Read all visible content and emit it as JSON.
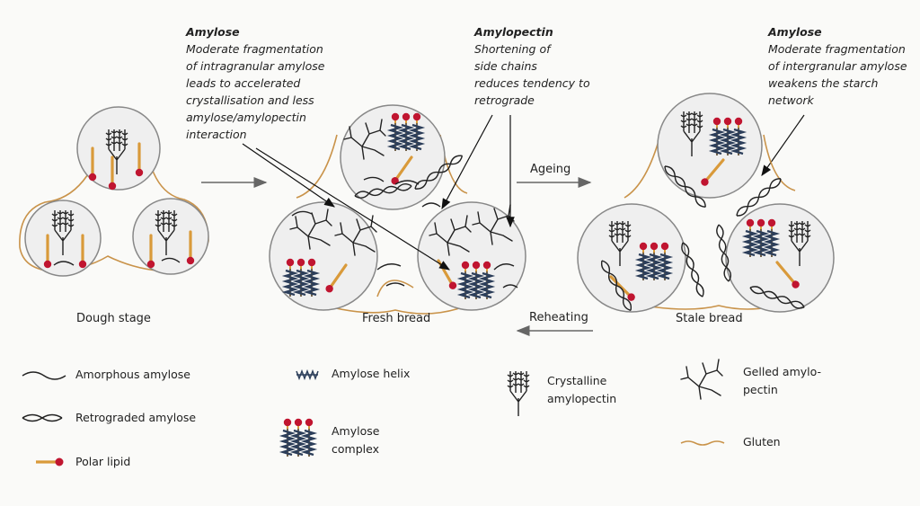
{
  "annotations": {
    "left": {
      "title": "Amylose",
      "lines": [
        "Moderate fragmentation",
        "of intragranular amylose",
        "leads to accelerated",
        "crystallisation and less",
        "amylose/amylopectin",
        "interaction"
      ]
    },
    "middle": {
      "title": "Amylopectin",
      "lines": [
        "Shortening of",
        "side chains",
        "reduces tendency to",
        "retrograde"
      ]
    },
    "right": {
      "title": "Amylose",
      "lines": [
        "Moderate fragmentation",
        "of intergranular amylose",
        "weakens the starch",
        "network"
      ]
    }
  },
  "stages": {
    "dough": "Dough stage",
    "fresh": "Fresh bread",
    "stale": "Stale bread"
  },
  "arrows": {
    "ageing": "Ageing",
    "reheating": "Reheating"
  },
  "legend": {
    "amorphous": "Amorphous amylose",
    "retrograded": "Retrograded amylose",
    "polar_lipid": "Polar lipid",
    "helix": "Amylose helix",
    "complex_l1": "Amylose",
    "complex_l2": "complex",
    "crystalline_l1": "Crystalline",
    "crystalline_l2": "amylopectin",
    "gelled_l1": "Gelled amylo-",
    "gelled_l2": "pectin",
    "gluten": "Gluten"
  },
  "colors": {
    "gluten": "#c9934a",
    "lipid_head": "#c01530",
    "lipid_tail": "#d99a3a",
    "helix": "#2c3e5a",
    "circle_fill": "#efefef",
    "circle_stroke": "#888888"
  }
}
